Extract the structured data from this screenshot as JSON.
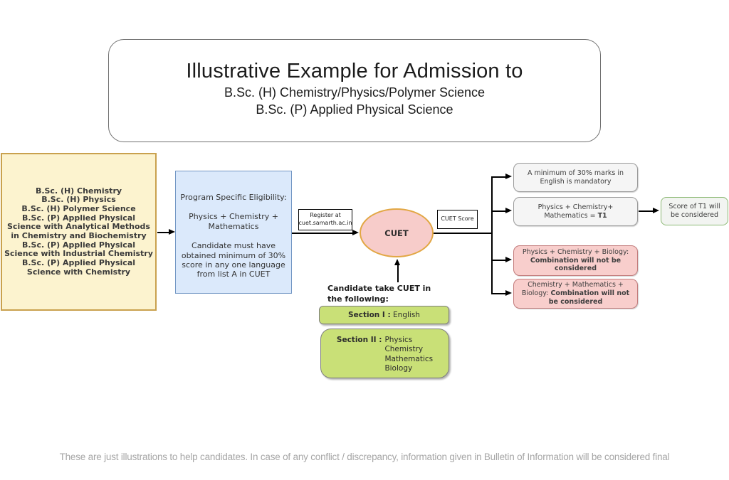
{
  "title": {
    "line1": "Illustrative Example for Admission to",
    "line2": "B.Sc. (H) Chemistry/Physics/Polymer Science",
    "line3": "B.Sc. (P) Applied Physical Science"
  },
  "programs": {
    "items": [
      "B.Sc. (H) Chemistry",
      "B.Sc. (H) Physics",
      "B.Sc. (H) Polymer Science",
      "B.Sc. (P) Applied Physical Science with Analytical Methods in Chemistry and Biochemistry",
      "B.Sc. (P) Applied Physical Science with Industrial Chemistry",
      "B.Sc. (P) Applied Physical Science with Chemistry"
    ]
  },
  "eligibility": {
    "heading": "Program Specific Eligibility:",
    "subjects": "Physics + Chemistry + Mathematics",
    "note": "Candidate must have obtained minimum of 30% score in any one language from list A in CUET"
  },
  "register": {
    "label": "Register at cuet.samarth.ac.in"
  },
  "cuet": {
    "label": "CUET"
  },
  "cuet_score": {
    "label": "CUET Score"
  },
  "results": {
    "english_min": "A minimum of 30% marks in English is mandatory",
    "t1_prefix": "Physics + Chemistry+ Mathematics = ",
    "t1_bold": "T1",
    "t1_outcome": "Score of T1 will be considered",
    "combo1_prefix": "Physics + Chemistry + Biology:",
    "combo1_bold": "Combination will not be considered",
    "combo2_prefix": "Chemistry + Mathematics + Biology:",
    "combo2_bold": "Combination will not be considered"
  },
  "sections": {
    "instruction": "Candidate take CUET in the following:",
    "section1_label": "Section I :",
    "section1_value": "English",
    "section2_label": "Section II :",
    "section2_items": [
      "Physics",
      "Chemistry",
      "Mathematics",
      "Biology"
    ]
  },
  "footer": {
    "note": "These are just illustrations to help candidates. In case of any conflict / discrepancy, information given in Bulletin of Information will be considered final"
  },
  "colors": {
    "programs_fill": "#FCF3CF",
    "programs_border": "#C9A14E",
    "eligibility_fill": "#DBE9FB",
    "eligibility_border": "#7296C4",
    "cuet_fill": "#F7CCCA",
    "cuet_border": "#E2A744",
    "gray_fill": "#F5F5F5",
    "gray_border": "#9A9A9A",
    "pink_fill": "#F8CECC",
    "pink_border": "#C27B7B",
    "t1_fill": "#F2F4F1",
    "t1_border": "#8CB974",
    "section_fill": "#C9E077",
    "section_border": "#7F7F7F",
    "footer_text": "#A6A6A6",
    "line": "#000000"
  }
}
